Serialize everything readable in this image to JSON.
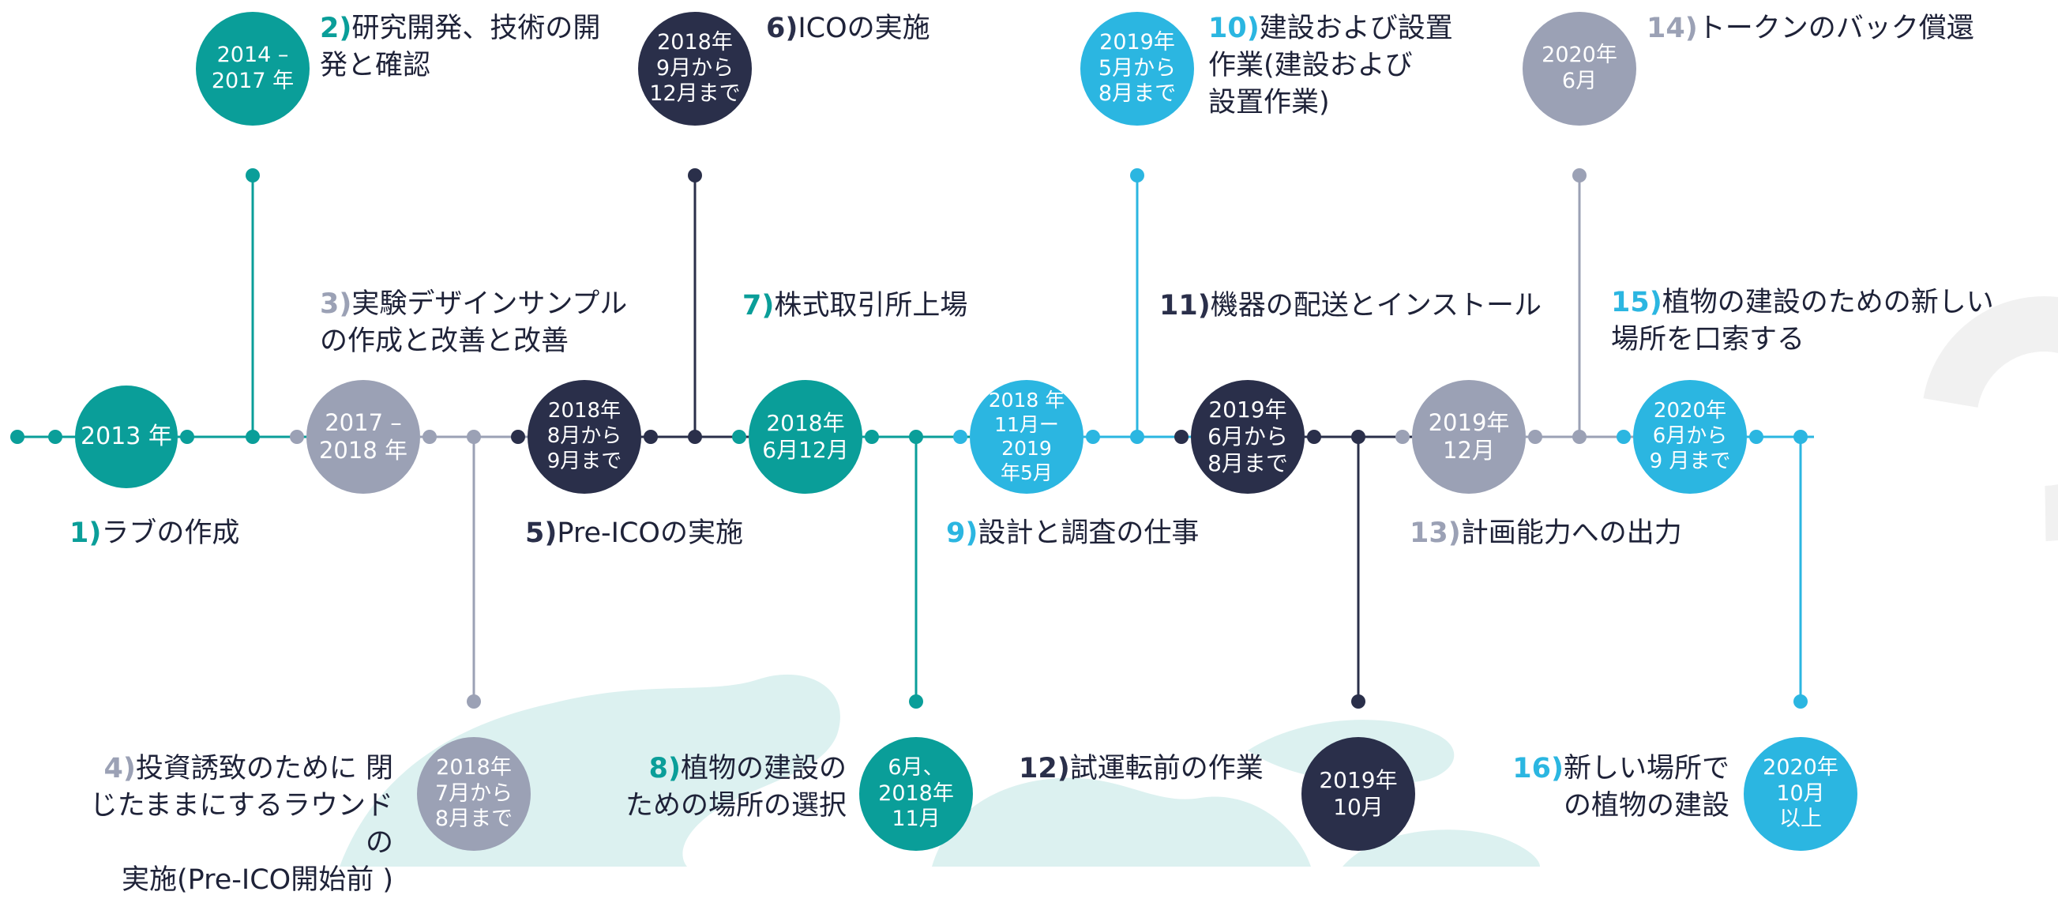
{
  "colors": {
    "teal": "#0a9e99",
    "gray": "#9ba1b5",
    "navy": "#2a2f4a",
    "cyan": "#2bb6e1",
    "label_text": "#1e2238",
    "map": "#dcf1f0"
  },
  "milestones": [
    {
      "id": 1,
      "num": "1)",
      "text": "ラブの作成",
      "date": "2013 年",
      "color": "teal"
    },
    {
      "id": 2,
      "num": "2)",
      "text": "研究開発、技術の開\n発と確認",
      "date": "2014 –\n2017 年",
      "color": "teal"
    },
    {
      "id": 3,
      "num": "3)",
      "text": "実験デザインサンプル\nの作成と改善と改善",
      "date": "2017 –\n2018 年",
      "color": "gray"
    },
    {
      "id": 4,
      "num": "4)",
      "text": "投資誘致のために 閉\nじたままにするラウンドの\n実施(Pre-ICO開始前 )",
      "date": "2018年\n7月から\n8月まで",
      "color": "gray"
    },
    {
      "id": 5,
      "num": "5)",
      "text": "Pre-ICOの実施",
      "date": "2018年\n8月から\n9月まで",
      "color": "navy"
    },
    {
      "id": 6,
      "num": "6)",
      "text": "ICOの実施",
      "date": "2018年\n9月から\n12月まで",
      "color": "navy"
    },
    {
      "id": 7,
      "num": "7)",
      "text": "株式取引所上場",
      "date": "2018年\n6月12月",
      "color": "teal"
    },
    {
      "id": 8,
      "num": "8)",
      "text": "植物の建設の\nための場所の選択",
      "date": "6月、\n2018年\n11月",
      "color": "teal"
    },
    {
      "id": 9,
      "num": "9)",
      "text": "設計と調査の仕事",
      "date": "2018 年\n11月ー\n2019\n年5月",
      "color": "cyan"
    },
    {
      "id": 10,
      "num": "10)",
      "text": "建設および設置\n作業(建設および\n設置作業)",
      "date": "2019年\n5月から\n8月まで",
      "color": "cyan"
    },
    {
      "id": 11,
      "num": "11)",
      "text": "機器の配送とインストール",
      "date": "2019年\n6月から\n8月まで",
      "color": "navy"
    },
    {
      "id": 12,
      "num": "12)",
      "text": "試運転前の作業",
      "date": "2019年\n10月",
      "color": "navy"
    },
    {
      "id": 13,
      "num": "13)",
      "text": "計画能力への出力",
      "date": "2019年\n12月",
      "color": "gray"
    },
    {
      "id": 14,
      "num": "14)",
      "text": "トークンのバック償還",
      "date": "2020年\n6月",
      "color": "gray"
    },
    {
      "id": 15,
      "num": "15)",
      "text": "植物の建設のための新しい\n場所を口索する",
      "date": "2020年\n6月から\n9 月まで",
      "color": "cyan"
    },
    {
      "id": 16,
      "num": "16)",
      "text": "新しい場所で\nの植物の建設",
      "date": "2020年\n10月\n以上",
      "color": "cyan"
    }
  ]
}
